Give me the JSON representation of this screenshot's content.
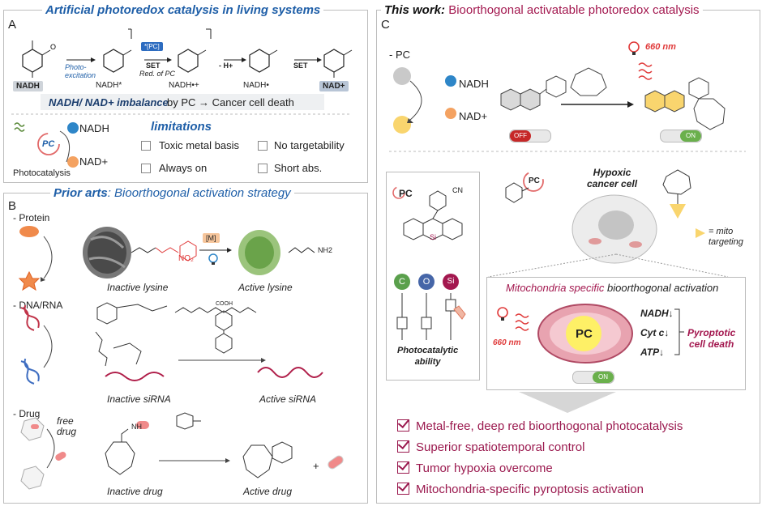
{
  "panelA": {
    "title": "Artificial photoredox catalysis in living systems",
    "letter": "A",
    "nadh": "NADH",
    "nadh_star": "NADH*",
    "nadh_rad_cat": "NADH•+",
    "nadh_rad": "NADH•",
    "nad_plus": "NAD+",
    "photo_excitation": "Photo-\nexcitation",
    "pc_tag": "*[PC]",
    "set1": "SET",
    "red_of_pc": "Red. of PC",
    "minus_h": "- H+",
    "set2": "SET",
    "imbalance": "NADH/ NAD+ imbalance",
    "by_pc": "by PC → Cancer cell death",
    "pc_label": "PC",
    "nadh2": "NADH",
    "nad2": "NAD+",
    "photocatalysis": "Photocatalysis",
    "limitations": "limitations",
    "lim1": "Toxic metal basis",
    "lim2": "No targetability",
    "lim3": "Always on",
    "lim4": "Short abs."
  },
  "panelB": {
    "title_prefix": "Prior arts",
    "title_rest": ": Bioorthogonal activation strategy",
    "letter": "B",
    "protein": "- Protein",
    "dna": "- DNA/RNA",
    "drug": "- Drug",
    "m_tag": "[M]",
    "nh2": "NH2",
    "inactive_lysine": "Inactive lysine",
    "active_lysine": "Active lysine",
    "inactive_sirna": "Inactive siRNA",
    "active_sirna": "Active siRNA",
    "cooh": "COOH",
    "free_drug": "free\ndrug",
    "nh": "NH",
    "inactive_drug": "Inactive drug",
    "active_drug": "Active drug",
    "plus": "+"
  },
  "panelC": {
    "title_prefix": "This work:",
    "title_rest": "Bioorthogonal activatable photoredox catalysis",
    "letter": "C",
    "minus_pc": "- PC",
    "nadh": "NADH",
    "nad_plus": "NAD+",
    "nm660": "660 nm",
    "off": "OFF",
    "on": "ON",
    "pc": "PC",
    "cn": "CN",
    "si": "Si",
    "c": "C",
    "o": "O",
    "photocatalytic": "Photocatalytic\nability",
    "hypoxic": "Hypoxic\ncancer cell",
    "mito": "= mito\ntargeting",
    "mito_specific": "Mitochondria specific",
    "bio_act": "bioorthogonal activation",
    "nm660b": "660 nm",
    "pc_center": "PC",
    "nadh_down": "NADH↓",
    "cytc": "Cyt c↓",
    "atp": "ATP↓",
    "pyroptotic": "Pyroptotic\ncell death",
    "on2": "ON"
  },
  "conclusions": [
    "Metal-free, deep red bioorthogonal photocatalysis",
    "Superior spatiotemporal control",
    "Tumor hypoxia overcome",
    "Mitochondria-specific pyroptosis activation"
  ],
  "colors": {
    "blue": "#1f5fa8",
    "magenta": "#a3184f",
    "orange": "#f4a261",
    "yellow": "#f9d56e"
  }
}
